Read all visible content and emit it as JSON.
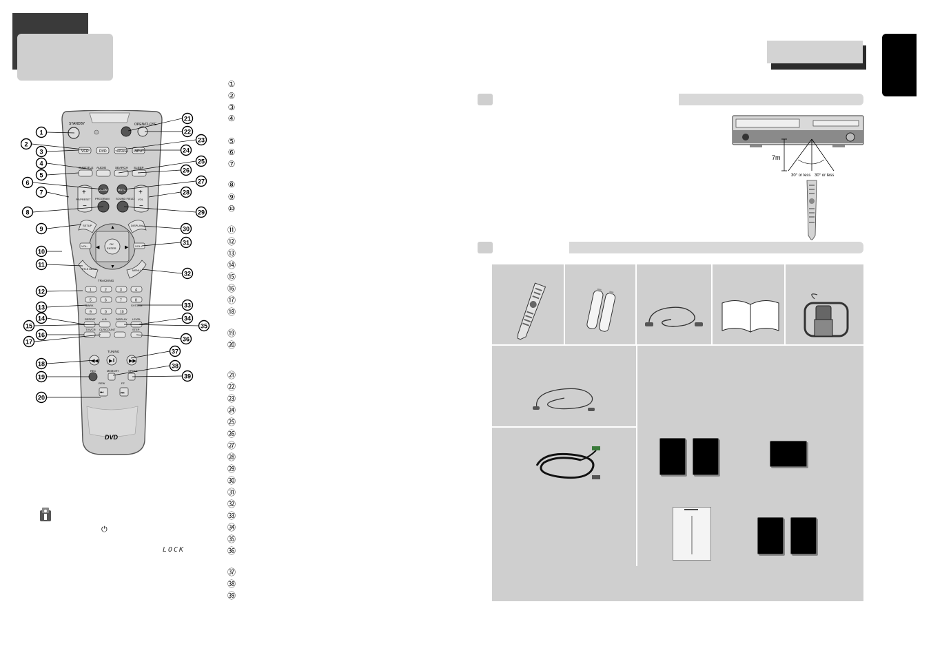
{
  "remote": {
    "labels": {
      "standby": "STANDBY",
      "open_close": "OPEN/CLOSE",
      "vcr": "VCR",
      "dvd": "DVD",
      "tv_radio": "TV/RADIO",
      "input": "INPUT",
      "subtitle": "SUBTITLE",
      "audio": "AUDIO",
      "search": "SEARCH",
      "sleep": "SLEEP",
      "zoom": "ZOOM",
      "mute": "MUTE",
      "pr_preset": "PR/PRESET",
      "program": "PROGRAM",
      "sound_field": "SOUND FIELD",
      "vol": "VOL",
      "setup": "SETUP",
      "display": "DISPLAY",
      "vol_minus": "VOL-",
      "vol_plus": "VOL+",
      "ok": "OK",
      "enter": "ENTER",
      "title_menu": "TITLE MENU",
      "menu": "MENU",
      "tracking": "TRACKING",
      "mark": "MARK",
      "system": "SYSTEM",
      "repeat": "REPEAT",
      "ab": "A-B",
      "display2": "DISPLAY",
      "level": "LEVEL",
      "tvvcr": "TV/VCR",
      "clr_count": "CLR/COUNT",
      "step": "STEP",
      "tuning": "TUNING",
      "rec": "REC",
      "memory": "MEMORY",
      "speed": "SPEED",
      "rew": "REW",
      "ff": "FF",
      "logo": "DVD"
    },
    "keypad": [
      "1",
      "2",
      "3",
      "4",
      "5",
      "6",
      "7",
      "8",
      "9",
      "0",
      "10"
    ],
    "callouts_left": [
      "1",
      "2",
      "3",
      "4",
      "5",
      "6",
      "7",
      "8",
      "9",
      "10",
      "11",
      "12",
      "13",
      "14",
      "15",
      "16",
      "17",
      "18",
      "19",
      "20"
    ],
    "callouts_right": [
      "21",
      "22",
      "23",
      "24",
      "25",
      "26",
      "27",
      "28",
      "29",
      "30",
      "31",
      "32",
      "33",
      "34",
      "35",
      "36",
      "37",
      "38",
      "39"
    ]
  },
  "legend": [
    "①",
    "②",
    "③",
    "④",
    "⑤",
    "⑥",
    "⑦",
    "⑧",
    "⑨",
    "⑩",
    "⑪",
    "⑫",
    "⑬",
    "⑭",
    "⑮",
    "⑯",
    "⑰",
    "⑱",
    "⑲",
    "⑳",
    "㉑",
    "㉒",
    "㉓",
    "㉔",
    "㉕",
    "㉖",
    "㉗",
    "㉘",
    "㉙",
    "㉚",
    "㉛",
    "㉜",
    "㉝",
    "㉞",
    "㉟",
    "㊱",
    "㊲",
    "㊳",
    "㊴"
  ],
  "note": {
    "power_symbol": "⏻",
    "lock_display": "LOCK"
  },
  "range_diagram": {
    "distance": "7m",
    "angle_left": "30° or less",
    "angle_right": "30° or less"
  }
}
